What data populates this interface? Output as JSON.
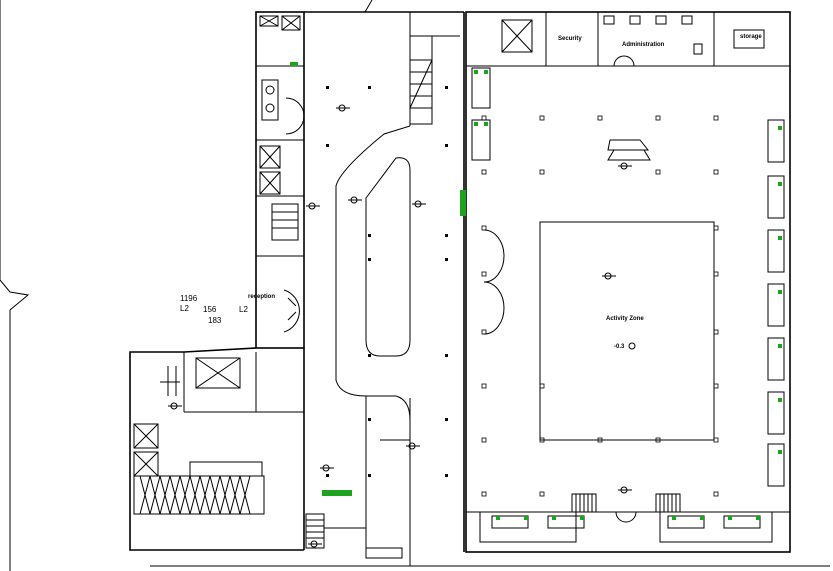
{
  "labels": {
    "security": "Security",
    "administration": "Administration",
    "storage": "storage",
    "activity_zone": "Activity Zone",
    "level_mark": "-0.3",
    "dim_1196": "1196",
    "dim_l2_left": "L2",
    "dim_156": "156",
    "dim_183": "183",
    "dim_l2_right": "L2",
    "reception": "reception"
  },
  "colors": {
    "line": "#000000",
    "accent": "#1fa31f"
  }
}
